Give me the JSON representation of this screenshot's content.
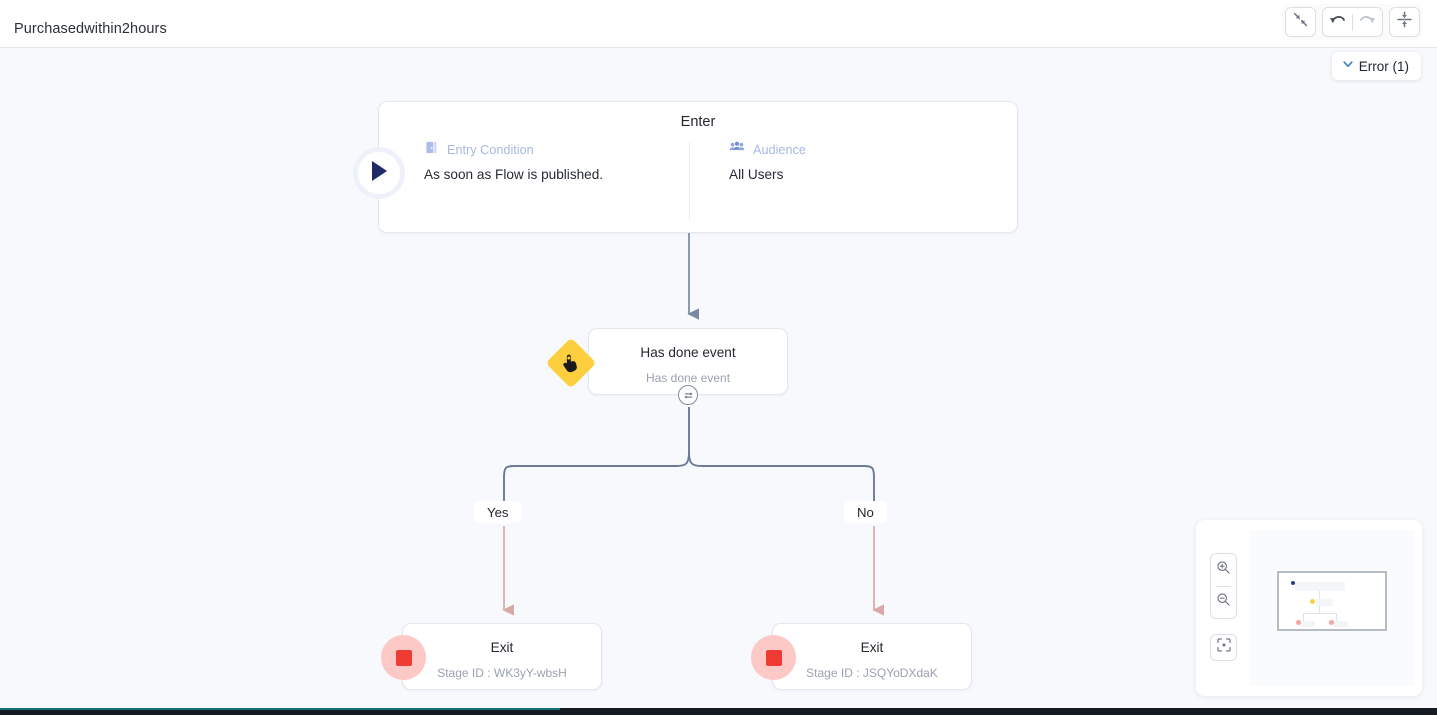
{
  "header": {
    "flow_title": "Purchasedwithin2hours",
    "toolbar": [
      {
        "name": "collapse-icon",
        "label": "Collapse",
        "state": "enabled"
      },
      {
        "name": "undo-icon",
        "label": "Undo",
        "state": "enabled"
      },
      {
        "name": "redo-icon",
        "label": "Redo",
        "state": "disabled"
      },
      {
        "name": "fit-height-icon",
        "label": "Fit height",
        "state": "enabled"
      }
    ]
  },
  "canvas": {
    "error_chip": {
      "label": "Error (1)",
      "icon": "chevron-down-icon",
      "count": 1,
      "accent": "#3b82c4"
    },
    "enter_node": {
      "title": "Enter",
      "badge_icon": "play-icon",
      "columns": [
        {
          "icon": "door-icon",
          "label": "Entry Condition",
          "value": "As soon as Flow is published."
        },
        {
          "icon": "people-icon",
          "label": "Audience",
          "value": "All Users"
        }
      ]
    },
    "event_node": {
      "title": "Has done event",
      "subtitle": "Has done event",
      "badge_icon": "tap-hand-icon",
      "badge_color": "#fdcf3f",
      "handle_icon": "swap-icon"
    },
    "branches": [
      {
        "label": "Yes"
      },
      {
        "label": "No"
      }
    ],
    "exit_nodes": [
      {
        "title": "Exit",
        "subtitle": "Stage ID : WK3yY-wbsH",
        "badge_icon": "stop-square-icon",
        "badge_color": "#ef3b33"
      },
      {
        "title": "Exit",
        "subtitle": "Stage ID : JSQYoDXdaK",
        "badge_icon": "stop-square-icon",
        "badge_color": "#ef3b33"
      }
    ]
  },
  "minimap_panel": {
    "zoom_in": {
      "icon": "zoom-in-icon",
      "label": "Zoom in"
    },
    "zoom_out": {
      "icon": "zoom-out-icon",
      "label": "Zoom out"
    },
    "fit_view": {
      "icon": "fit-view-icon",
      "label": "Fit view"
    }
  },
  "colors": {
    "canvas_bg": "#f7f9fc",
    "edge_primary": "#6b7a99",
    "edge_secondary": "#d9a9a5",
    "enter_accent": "#1f2a66",
    "event_accent": "#fdcf3f",
    "exit_accent": "#ef3b33"
  }
}
